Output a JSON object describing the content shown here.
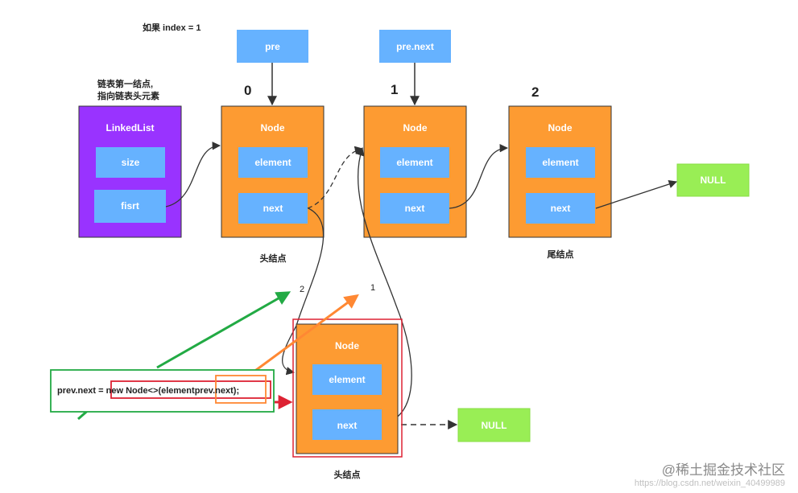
{
  "annotations": {
    "condition": "如果 index = 1",
    "first_note_line1": "链表第一结点,",
    "first_note_line2": "指向链表头元素",
    "head_label": "头结点",
    "tail_label": "尾结点",
    "new_head_label": "头结点"
  },
  "pointers": {
    "pre": "pre",
    "pre_next": "pre.next"
  },
  "linked_list": {
    "title": "LinkedList",
    "size": "size",
    "first": "fisrt"
  },
  "nodes": [
    {
      "index": "0",
      "title": "Node",
      "element": "element",
      "next": "next"
    },
    {
      "index": "1",
      "title": "Node",
      "element": "element",
      "next": "next"
    },
    {
      "index": "2",
      "title": "Node",
      "element": "element",
      "next": "next"
    }
  ],
  "new_node": {
    "title": "Node",
    "element": "element",
    "next": "next"
  },
  "null_label": "NULL",
  "step_labels": {
    "step1": "1",
    "step2": "2"
  },
  "code": {
    "part1": "prev.next = ",
    "part2": "new Node<>(element",
    "part3": "prev.next",
    "part4": ");"
  },
  "watermark": {
    "brand": "@稀土掘金技术社区",
    "url": "https://blog.csdn.net/weixin_40499989"
  },
  "colors": {
    "node_orange": "#fd9b32",
    "field_blue": "#66b2ff",
    "linkedlist_purple": "#9933ff",
    "null_green": "#99ee55",
    "arrow_green": "#22aa44",
    "arrow_orange": "#ff8833",
    "highlight_red": "#dd2233"
  }
}
